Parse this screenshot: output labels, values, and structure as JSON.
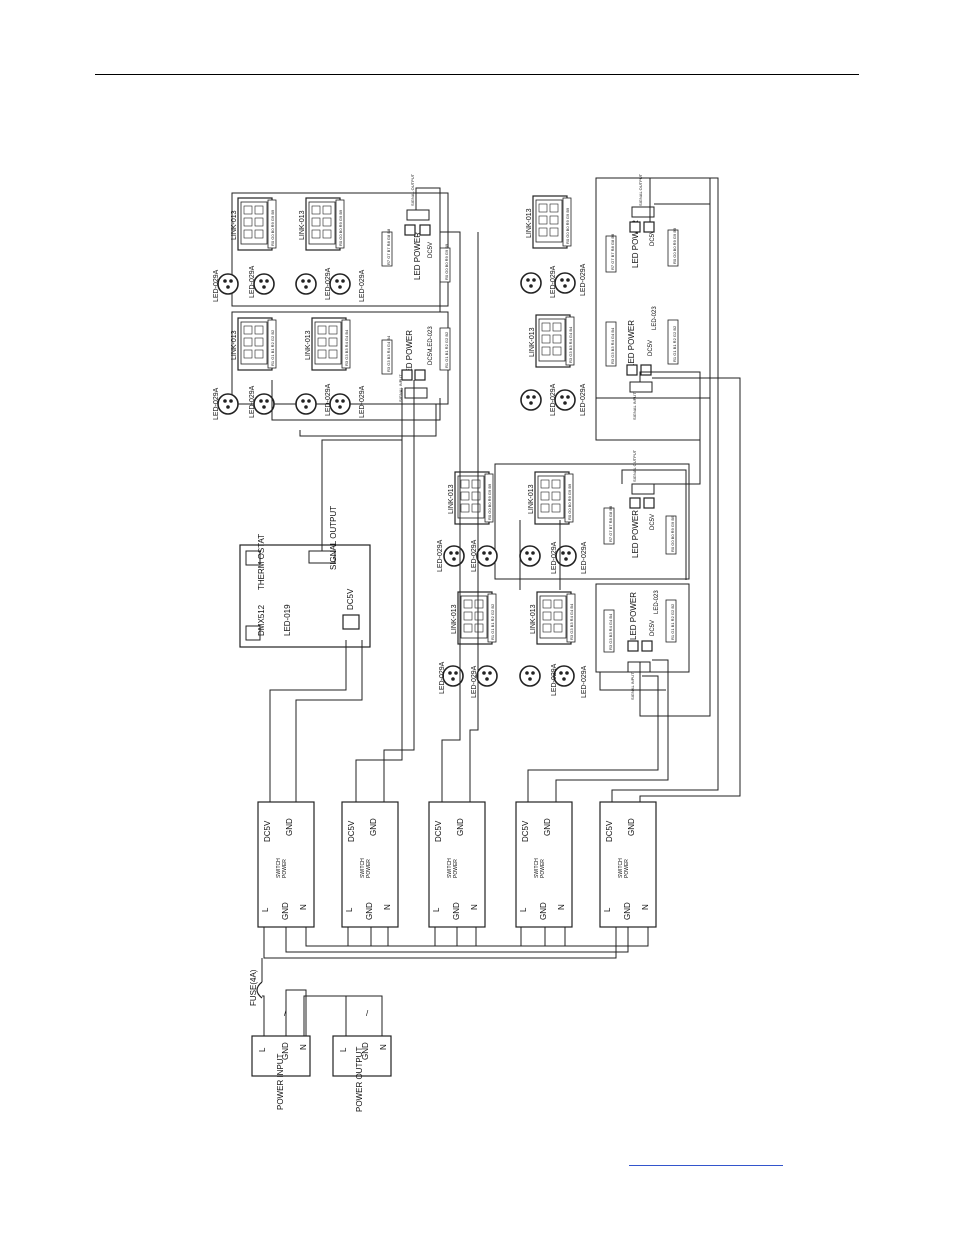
{
  "labels": {
    "link": "LINK-013",
    "led_a": "LED-029A",
    "led_power": "LED POWER",
    "dc5v": "DC5V",
    "gnd": "GND",
    "l": "L",
    "n": "N",
    "led023": "LED-023",
    "signal_input": "SIGNAL INPUT",
    "signal_output": "SIGNAL OUTPUT",
    "switch": "SWITCH",
    "power": "POWER",
    "fuse": "FUSE(4A)",
    "power_input": "POWER INPUT",
    "power_output": "POWER OUTPUT",
    "dmx": "DMX512",
    "led019": "LED-019",
    "thermostat": "THERM OSTAT",
    "controller_signal_output": "SIGNAL OUTPUT",
    "controller_dc5v": "DC5V"
  },
  "pin_rows": {
    "a": "R0 G0 B0 R9 G9 B9",
    "b": "R7 G7 B7 R8 G8 B8",
    "c": "R1 G1 B1 R2 G2 B2",
    "d": "R3 G3 B3 R4 G4 B4"
  },
  "switch_power_count": 5,
  "colors": {
    "line": "#222222",
    "link": "#3355cc"
  }
}
